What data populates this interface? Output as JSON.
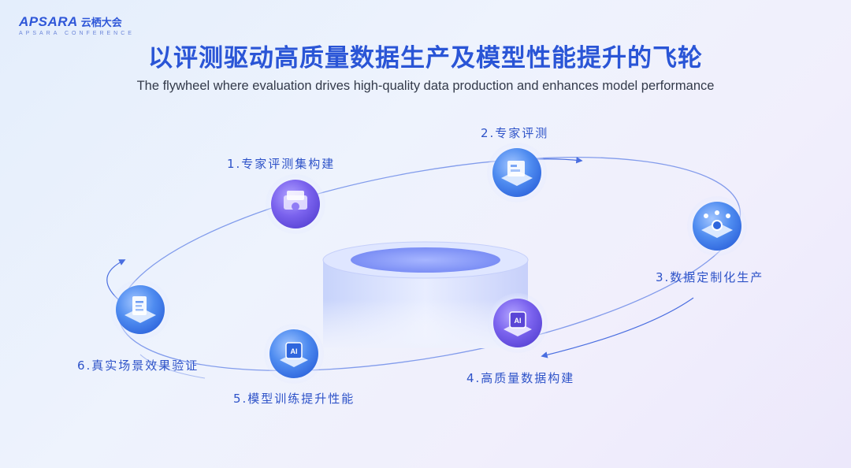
{
  "logo": {
    "brand": "APSARA",
    "brand_cn": "云栖大会",
    "sub": "APSARA CONFERENCE"
  },
  "title": "以评测驱动高质量数据生产及模型性能提升的飞轮",
  "subtitle": "The flywheel where evaluation drives high-quality data production and enhances model performance",
  "colors": {
    "accent": "#2a55d6",
    "node_purple": "#6d5de8",
    "node_blue": "#3f7fe9"
  },
  "steps": [
    {
      "label": "1.专家评测集构建",
      "icon": "dataset-build-icon"
    },
    {
      "label": "2.专家评测",
      "icon": "expert-review-icon"
    },
    {
      "label": "3.数据定制化生产",
      "icon": "data-production-icon"
    },
    {
      "label": "4.高质量数据构建",
      "icon": "ai-chip-icon"
    },
    {
      "label": "5.模型训练提升性能",
      "icon": "ai-chip-icon"
    },
    {
      "label": "6.真实场景效果验证",
      "icon": "document-check-icon"
    }
  ]
}
